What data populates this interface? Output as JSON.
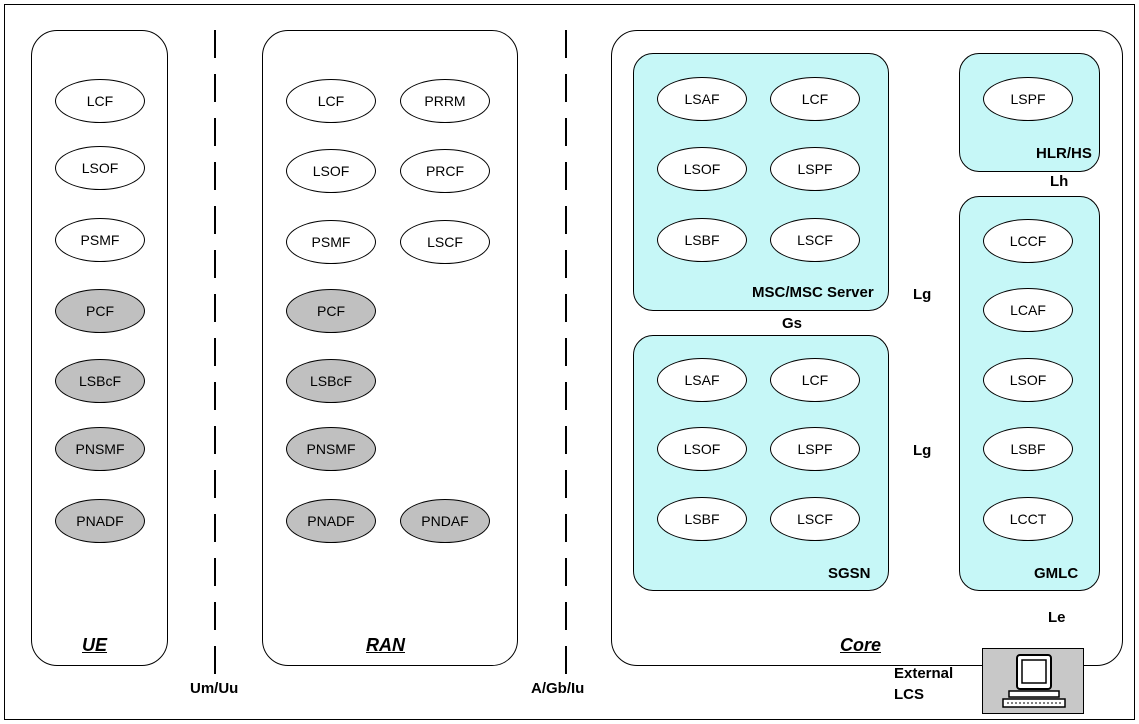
{
  "domains": {
    "ue": {
      "label": "UE",
      "functions": [
        "LCF",
        "LSOF",
        "PSMF",
        "PCF",
        "LSBcF",
        "PNSMF",
        "PNADF"
      ]
    },
    "ran": {
      "label": "RAN",
      "left_functions": [
        "LCF",
        "LSOF",
        "PSMF",
        "PCF",
        "LSBcF",
        "PNSMF",
        "PNADF"
      ],
      "right_functions": [
        "PRRM",
        "PRCF",
        "LSCF",
        "PNDAF"
      ]
    },
    "core": {
      "label": "Core"
    }
  },
  "nodes": {
    "msc": {
      "label": "MSC/MSC Server",
      "functions": [
        "LSAF",
        "LCF",
        "LSOF",
        "LSPF",
        "LSBF",
        "LSCF"
      ]
    },
    "sgsn": {
      "label": "SGSN",
      "functions": [
        "LSAF",
        "LCF",
        "LSOF",
        "LSPF",
        "LSBF",
        "LSCF"
      ]
    },
    "hlr": {
      "label": "HLR/HS",
      "functions": [
        "LSPF"
      ]
    },
    "gmlc": {
      "label": "GMLC",
      "functions": [
        "LCCF",
        "LCAF",
        "LSOF",
        "LSBF",
        "LCCT"
      ]
    }
  },
  "interfaces": {
    "um_uu": "Um/Uu",
    "a_gb_iu": "A/Gb/Iu",
    "gs": "Gs",
    "lg_msc": "Lg",
    "lg_sgsn": "Lg",
    "lh": "Lh",
    "le": "Le"
  },
  "external": {
    "line1": "External",
    "line2": "LCS"
  },
  "colors": {
    "node_fill": "#c6f7f7",
    "shaded_function": "#c0c0c0"
  }
}
